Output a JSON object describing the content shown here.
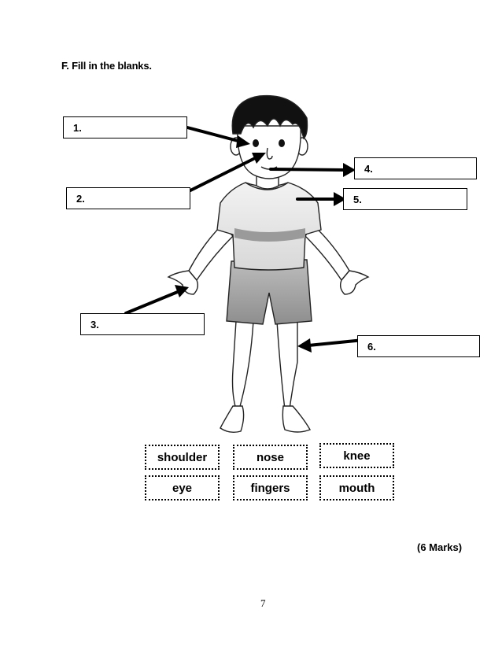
{
  "worksheet": {
    "heading": "F. Fill in the blanks.",
    "blanks": [
      {
        "label": "1."
      },
      {
        "label": "2."
      },
      {
        "label": "3."
      },
      {
        "label": "4."
      },
      {
        "label": "5."
      },
      {
        "label": "6."
      }
    ],
    "word_bank": [
      "shoulder",
      "nose",
      "knee",
      "eye",
      "fingers",
      "mouth"
    ],
    "marks": "(6 Marks)",
    "page_number": "7"
  }
}
